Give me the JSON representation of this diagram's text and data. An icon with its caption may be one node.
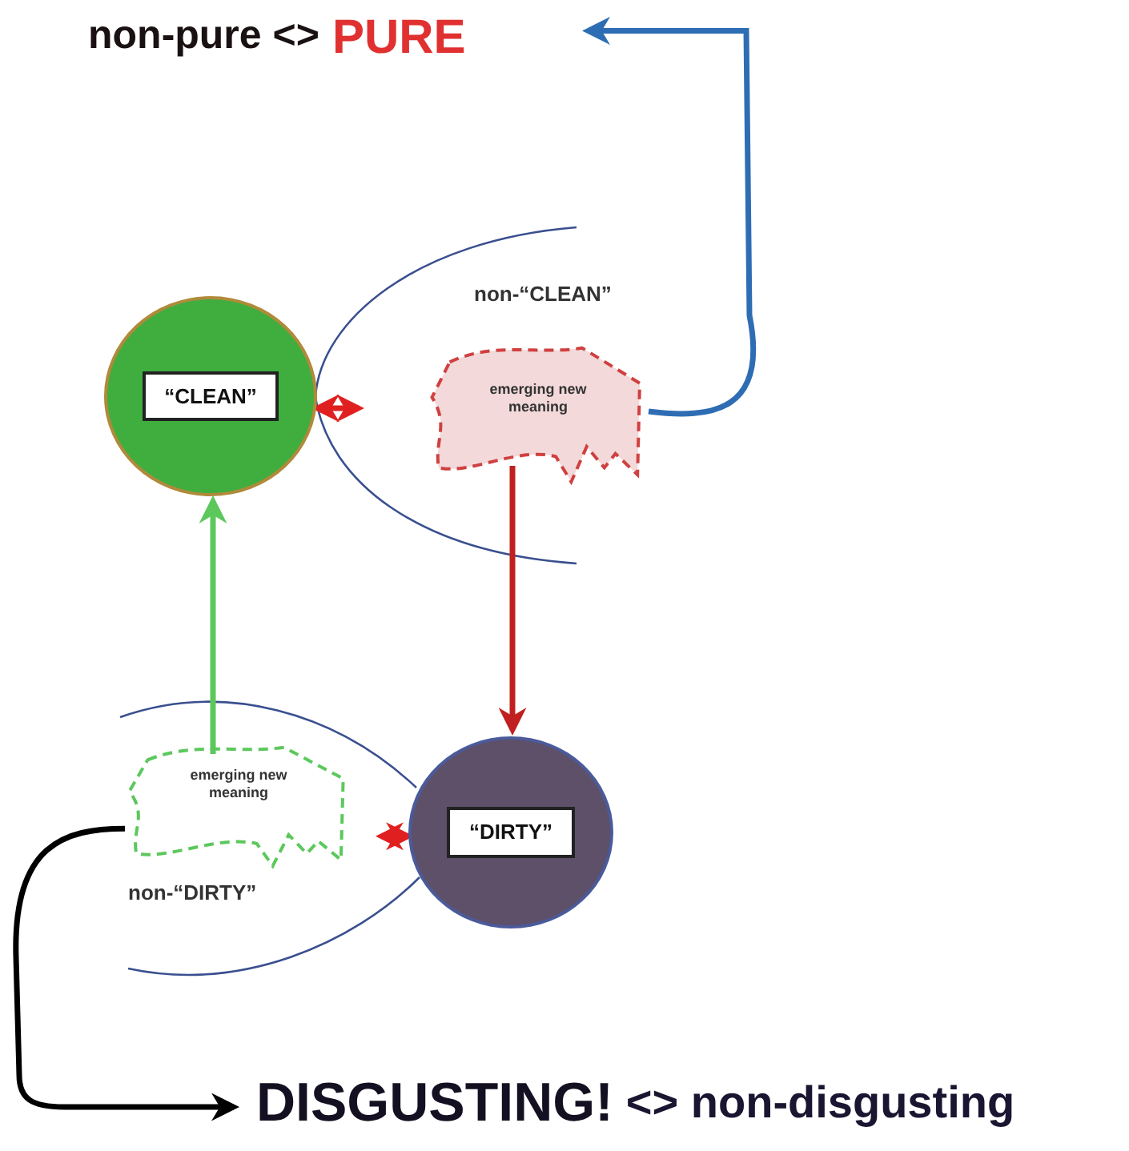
{
  "diagram": {
    "nodes": [
      {
        "text": [
          "non-pure <>",
          "PURE"
        ]
      },
      {
        "text": [
          "“CLEAN”"
        ]
      },
      {
        "text": [
          "emerging new meaning"
        ]
      },
      {
        "text": [
          "“DIRTY”"
        ]
      },
      {
        "text": [
          "emerging new meaning"
        ]
      },
      {
        "text": [
          "DISGUSTING!",
          "<> non-disgusting"
        ]
      }
    ],
    "edges": [
      {
        "from": 2,
        "to": 0,
        "arrow": "to",
        "color": "#2e6db4"
      },
      {
        "from": 1,
        "to": null,
        "arrow": "both",
        "color": "#e02020"
      },
      {
        "from": 2,
        "to": 3,
        "arrow": "to",
        "color": "#c02020"
      },
      {
        "from": 3,
        "to": null,
        "arrow": "both",
        "color": "#e02020"
      },
      {
        "from": 4,
        "to": 1,
        "arrow": "to",
        "color": "#5cc85c"
      },
      {
        "from": 4,
        "to": 5,
        "arrow": "to",
        "color": "#000000"
      }
    ],
    "labels": [
      "non-“CLEAN”",
      "non-“DIRTY”"
    ]
  }
}
